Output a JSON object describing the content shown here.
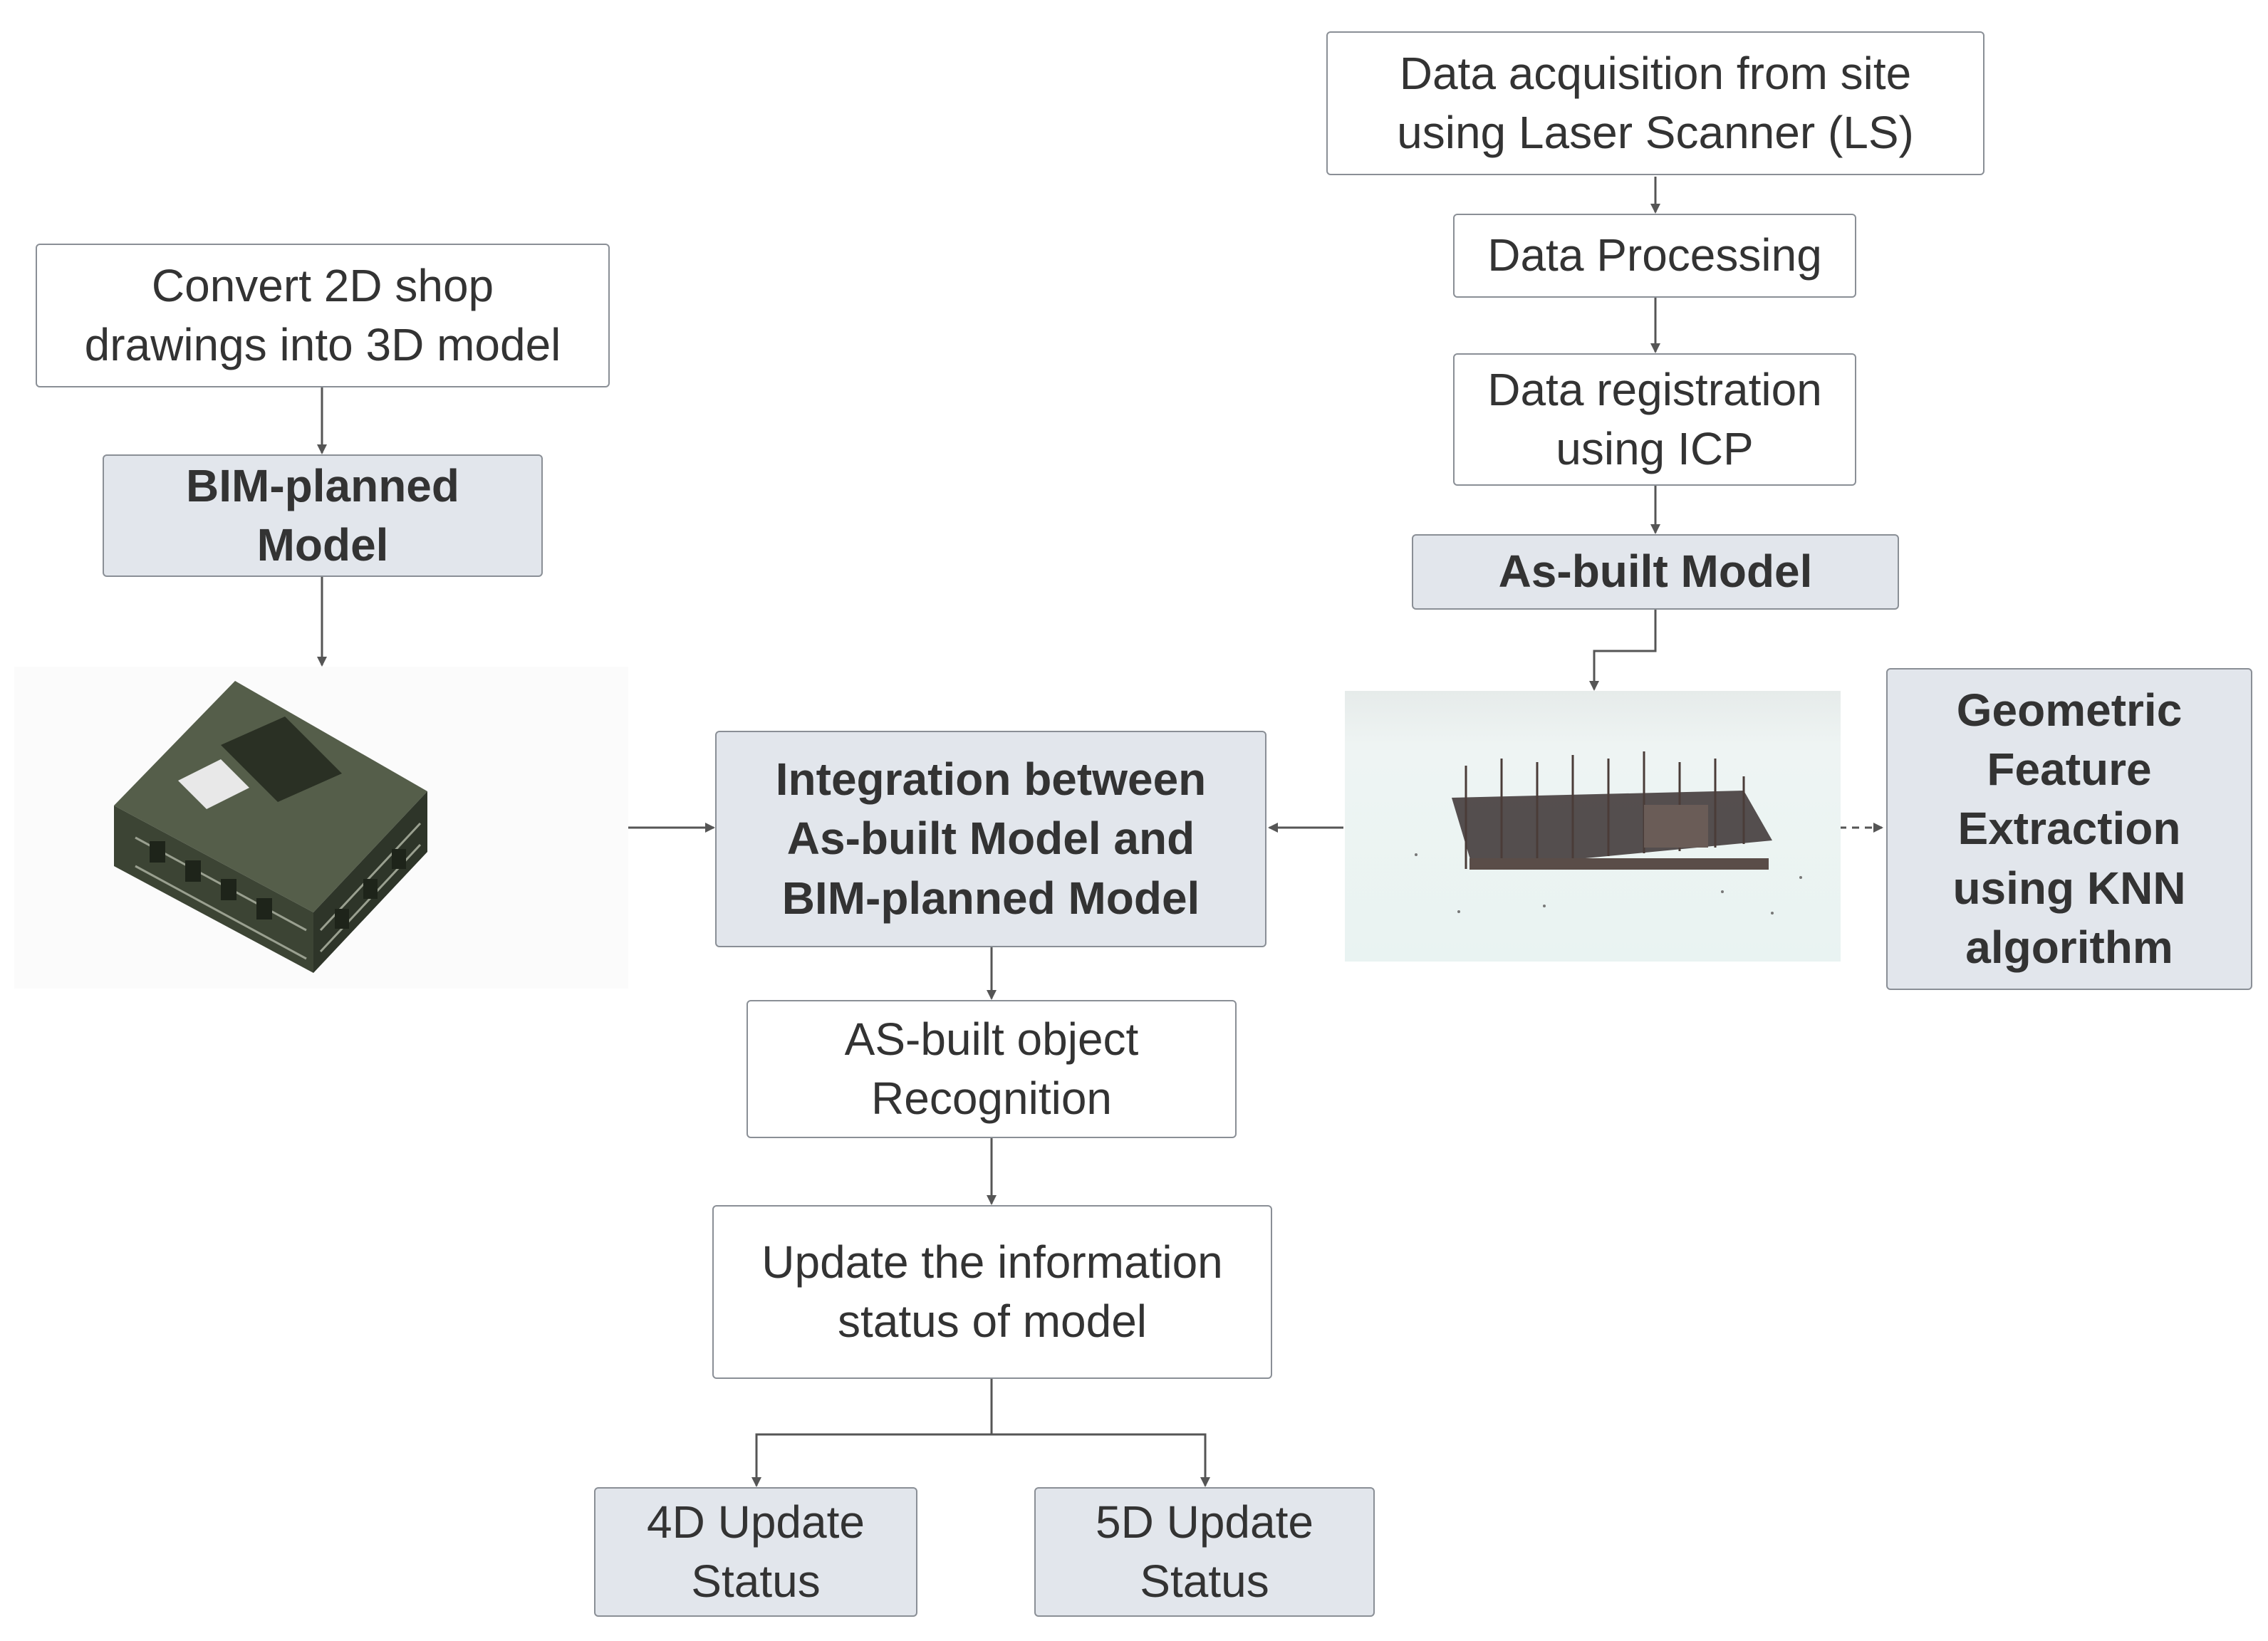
{
  "nodes": {
    "convert": "Convert 2D shop\ndrawings into 3D model",
    "bim_planned": "BIM-planned\nModel",
    "data_acq": "Data acquisition from site\nusing Laser Scanner (LS)",
    "processing": "Data Processing",
    "registration": "Data registration\nusing ICP",
    "as_built": "As-built Model",
    "geometric": "Geometric\nFeature\nExtraction\nusing KNN\nalgorithm",
    "integration": "Integration between\nAs-built Model and\nBIM-planned Model",
    "recognition": "AS-built object\nRecognition",
    "update": "Update the information\nstatus of model",
    "update_4d": "4D Update\nStatus",
    "update_5d": "5D Update\nStatus"
  },
  "images": {
    "bim_render": "bim-planned-building-render",
    "point_cloud": "as-built-point-cloud"
  },
  "colors": {
    "border": "#8a8f96",
    "fill": "#e2e6ec",
    "arrow": "#555555",
    "building": "#3c4434"
  }
}
